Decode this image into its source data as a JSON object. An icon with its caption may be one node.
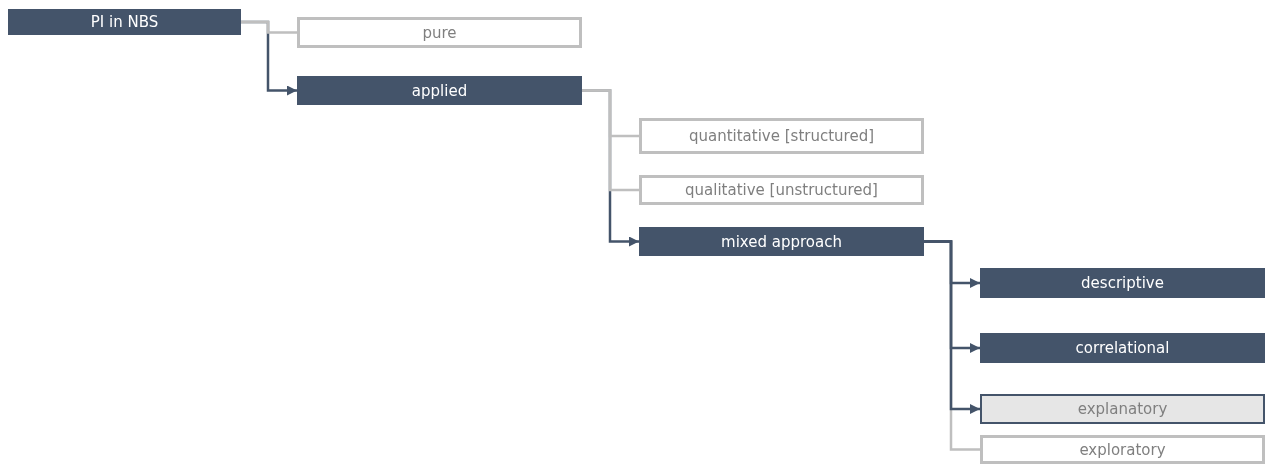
{
  "diagram": {
    "nodes": [
      {
        "text": [
          "PI in NBS"
        ]
      },
      {
        "text": [
          "pure"
        ]
      },
      {
        "text": [
          "applied"
        ]
      },
      {
        "text": [
          "quantitative [structured]"
        ]
      },
      {
        "text": [
          "qualitative [unstructured]"
        ]
      },
      {
        "text": [
          "mixed approach"
        ]
      },
      {
        "text": [
          "descriptive"
        ]
      },
      {
        "text": [
          "correlational"
        ]
      },
      {
        "text": [
          "explanatory"
        ]
      },
      {
        "text": [
          "exploratory"
        ]
      }
    ],
    "edges": [
      {
        "from": 0,
        "to": 1,
        "arrow": "none",
        "color": "#bfbfbf"
      },
      {
        "from": 0,
        "to": 2,
        "arrow": "to"
      },
      {
        "from": 2,
        "to": 3,
        "arrow": "none",
        "color": "#bfbfbf"
      },
      {
        "from": 2,
        "to": 4,
        "arrow": "none",
        "color": "#bfbfbf"
      },
      {
        "from": 2,
        "to": 5,
        "arrow": "to"
      },
      {
        "from": 5,
        "to": 6,
        "arrow": "to"
      },
      {
        "from": 5,
        "to": 7,
        "arrow": "to"
      },
      {
        "from": 5,
        "to": 8,
        "arrow": "to"
      },
      {
        "from": 5,
        "to": 9,
        "arrow": "none",
        "color": "#bfbfbf"
      }
    ]
  }
}
